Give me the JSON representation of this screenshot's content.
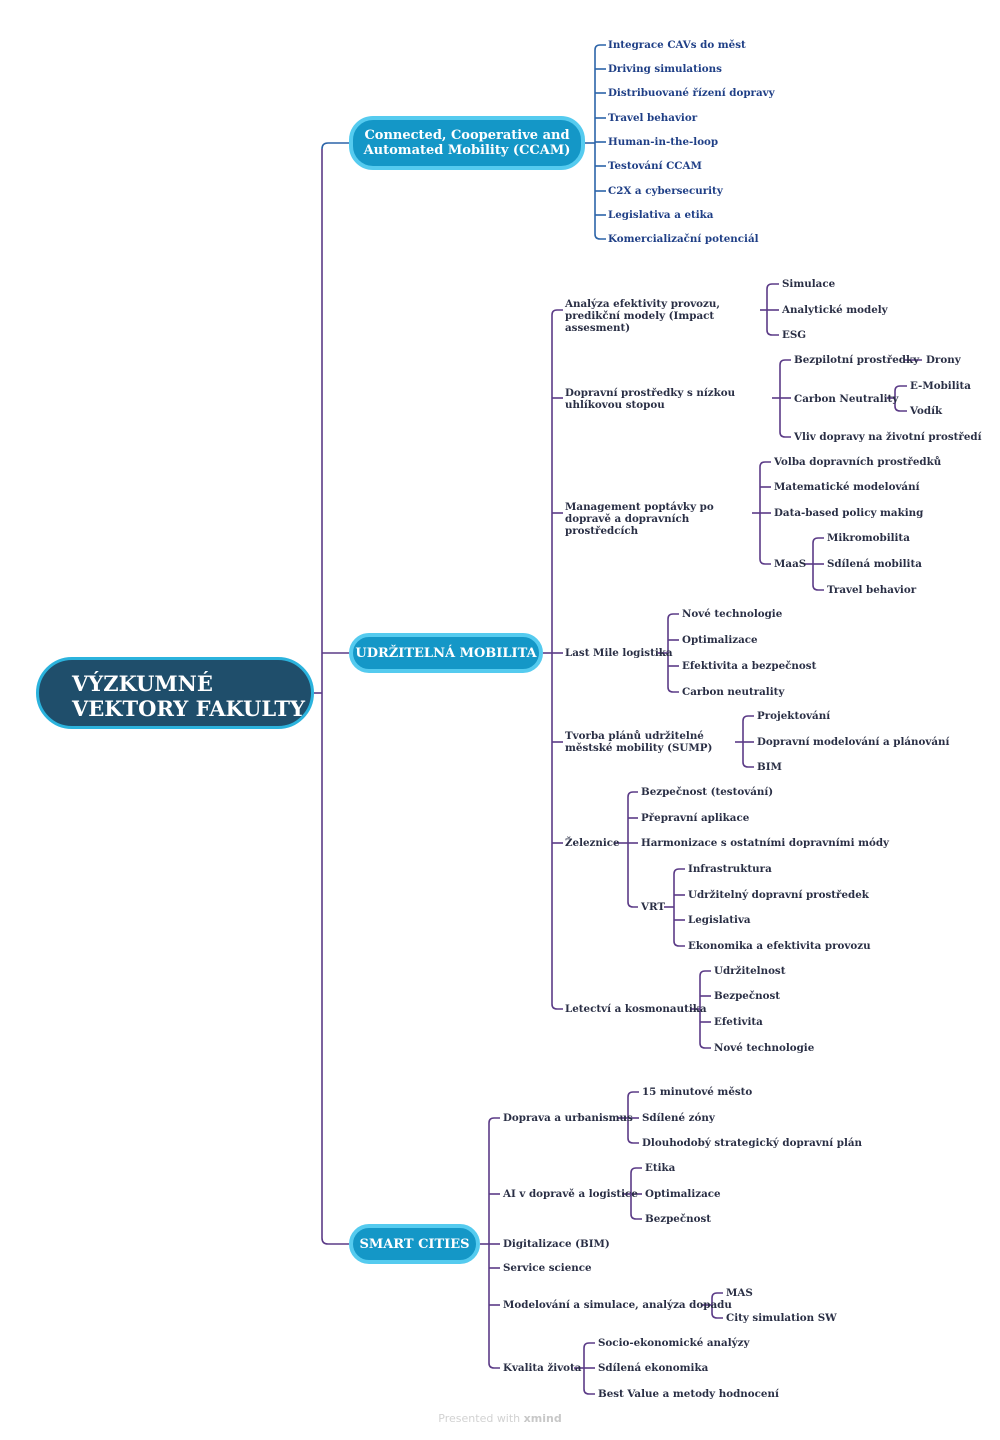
{
  "root": {
    "line1": "VÝZKUMNÉ",
    "line2": "VEKTORY FAKULTY"
  },
  "colors": {
    "root_fill": "#1f4e6b",
    "root_border": "#2bb3dd",
    "topic_fill": "#1497c7",
    "topic_border": "#55cbef",
    "branch_blue": "#2c64a8",
    "branch_purple": "#5b3b87"
  },
  "ccam": {
    "title1": "Connected, Cooperative and",
    "title2": "Automated Mobility (CCAM)",
    "items": [
      "Integrace CAVs do měst",
      "Driving simulations",
      "Distribuované řízení dopravy",
      "Travel behavior",
      "Human-in-the-loop",
      "Testování CCAM",
      "C2X a cybersecurity",
      "Legislativa a etika",
      "Komercializační potenciál"
    ]
  },
  "um": {
    "title": "UDRŽITELNÁ MOBILITA",
    "impact": {
      "label": "Analýza efektivity provozu, predikční modely (Impact assesment)",
      "children": [
        "Simulace",
        "Analytické modely",
        "ESG"
      ]
    },
    "low": {
      "label": "Dopravní prostředky s nízkou uhlíkovou stopou",
      "bezp": "Bezpilotní prostředky",
      "drony": "Drony",
      "carbon": "Carbon Neutrality",
      "emob": "E-Mobilita",
      "vodik": "Vodík",
      "vliv": "Vliv dopravy na životní prostředí"
    },
    "mgmt": {
      "label": "Management poptávky po dopravě a dopravních prostředcích",
      "children": [
        "Volba dopravních prostředků",
        "Matematické modelování",
        "Data-based policy making"
      ],
      "maas": "MaaS",
      "maas_children": [
        "Mikromobilita",
        "Sdílená mobilita",
        "Travel behavior"
      ]
    },
    "lastmile": {
      "label": "Last Mile logistika",
      "children": [
        "Nové technologie",
        "Optimalizace",
        "Efektivita a bezpečnost",
        "Carbon neutrality"
      ]
    },
    "sump": {
      "label": "Tvorba plánů udržitelné městské mobility (SUMP)",
      "children": [
        "Projektování",
        "Dopravní modelování a plánování",
        "BIM"
      ]
    },
    "rail": {
      "label": "Železnice",
      "children": [
        "Bezpečnost (testování)",
        "Přepravní aplikace",
        "Harmonizace s ostatními dopravními módy"
      ],
      "vrt": "VRT",
      "vrt_children": [
        "Infrastruktura",
        "Udržitelný dopravní prostředek",
        "Legislativa",
        "Ekonomika a efektivita provozu"
      ]
    },
    "air": {
      "label": "Letectví a kosmonautika",
      "children": [
        "Udržitelnost",
        "Bezpečnost",
        "Efetivita",
        "Nové technologie"
      ]
    }
  },
  "sc": {
    "title": "SMART CITIES",
    "urb": {
      "label": "Doprava a urbanismus",
      "children": [
        "15 minutové město",
        "Sdílené zóny",
        "Dlouhodobý strategický dopravní plán"
      ]
    },
    "ai": {
      "label": "AI v dopravě a logistice",
      "children": [
        "Etika",
        "Optimalizace",
        "Bezpečnost"
      ]
    },
    "bim": "Digitalizace (BIM)",
    "service": "Service science",
    "model": {
      "label": "Modelování a simulace, analýza dopadu",
      "children": [
        "MAS",
        "City simulation SW"
      ]
    },
    "qol": {
      "label": "Kvalita života",
      "children": [
        "Socio-ekonomické analýzy",
        "Sdílená ekonomika",
        "Best Value a metody hodnocení"
      ]
    }
  },
  "footer": {
    "prefix": "Presented with",
    "brand": "xmind"
  }
}
